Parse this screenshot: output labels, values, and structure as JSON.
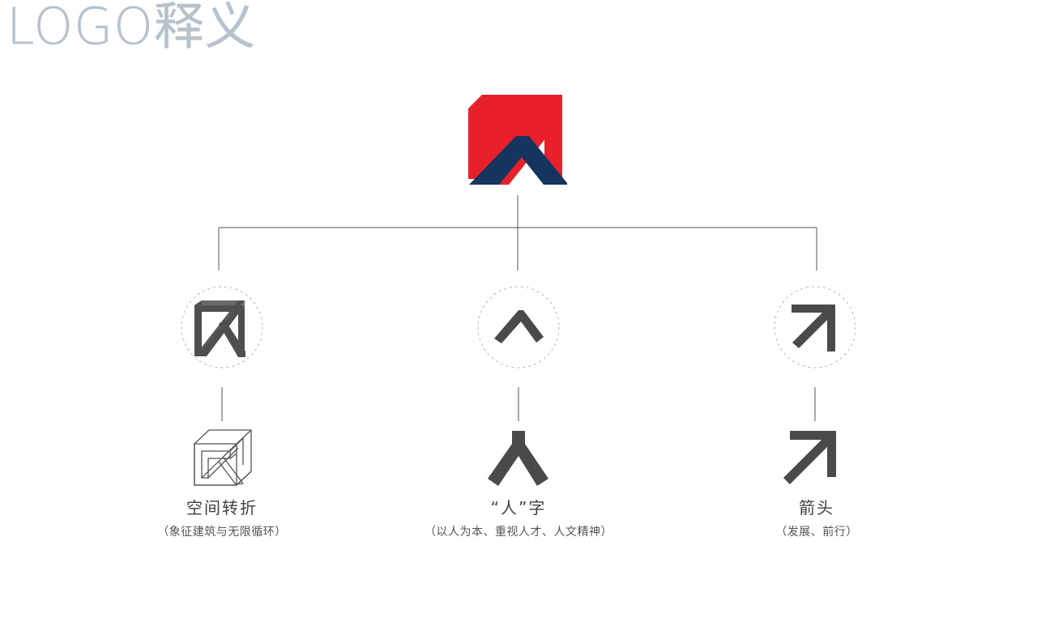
{
  "page": {
    "heading": "LOGO释义",
    "background_color": "#ffffff"
  },
  "brand": {
    "logo_name": "company-logo-mark",
    "colors": {
      "red": "#E8202A",
      "navy": "#16355E",
      "heading_gray": "#b6c2cc",
      "icon_gray": "#4a4a4a",
      "line_gray": "#555555",
      "dashed_circle_gray": "#b5b5b5"
    }
  },
  "branches": [
    {
      "id": "space-turn",
      "node_icon": "logo-mark-gray-icon",
      "leaf_icon": "isometric-impossible-logo-outline-icon",
      "title": "空间转折",
      "subtitle": "（象征建筑与无限循环）"
    },
    {
      "id": "person-character",
      "node_icon": "chevron-up-icon",
      "leaf_icon": "person-character-ren-icon",
      "title": "“人”字",
      "subtitle": "（以人为本、重视人才、人文精神）"
    },
    {
      "id": "arrow",
      "node_icon": "arrow-corner-icon",
      "leaf_icon": "arrow-up-right-icon",
      "title": "箭头",
      "subtitle": "（发展、前行）"
    }
  ],
  "connectors": {
    "trunk_from_logo": "vertical-line",
    "horizontal_bus": "horizontal-line",
    "branch_drops": "vertical-line",
    "leaf_drops": "vertical-line"
  }
}
